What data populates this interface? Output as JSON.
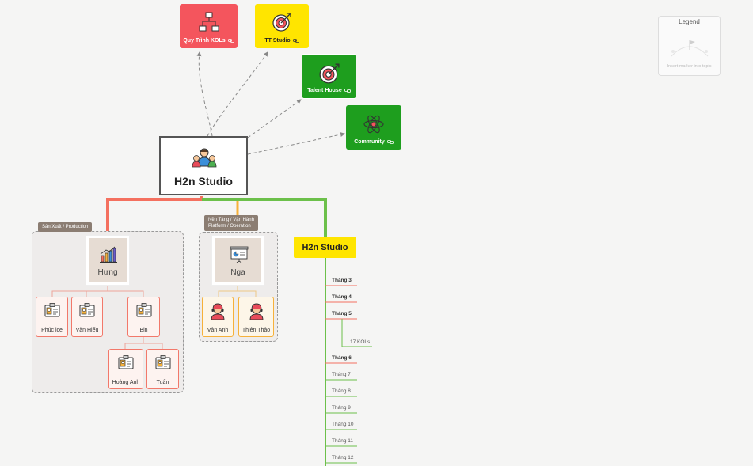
{
  "root": {
    "title": "H2n Studio",
    "icon": "team-icon"
  },
  "floating_topics": [
    {
      "id": "quy-trinh",
      "label": "Quy Trình KOLs",
      "color": "#f4555d",
      "text_color": "#ffffff",
      "icon": "flowchart-icon"
    },
    {
      "id": "tt-studio",
      "label": "TT Studio",
      "color": "#ffe500",
      "text_color": "#222222",
      "icon": "target-icon"
    },
    {
      "id": "talent-house",
      "label": "Talent House",
      "color": "#1e9e1e",
      "text_color": "#ffffff",
      "icon": "target-icon"
    },
    {
      "id": "community",
      "label": "Community",
      "color": "#1e9e1e",
      "text_color": "#ffffff",
      "icon": "atom-icon"
    }
  ],
  "production": {
    "group_label_line1": "Sản Xuất / Production",
    "lead": {
      "label": "Hưng",
      "icon": "bar-chart-icon"
    },
    "members": [
      {
        "label": "Phúc ice",
        "icon": "id-card-icon"
      },
      {
        "label": "Văn Hiếu",
        "icon": "id-card-icon"
      },
      {
        "label": "Bin",
        "icon": "id-card-icon"
      }
    ],
    "sub_members": [
      {
        "label": "Hoàng Anh",
        "icon": "id-card-icon"
      },
      {
        "label": "Tuấn",
        "icon": "id-card-icon"
      }
    ],
    "branch_color": "#f4705f"
  },
  "operation": {
    "group_label_line1": "Nền Tảng / Vận Hành",
    "group_label_line2": "Platform / Operation",
    "lead": {
      "label": "Nga",
      "icon": "presentation-icon"
    },
    "members": [
      {
        "label": "Vân Anh",
        "icon": "headset-person-icon"
      },
      {
        "label": "Thiên Thảo",
        "icon": "headset-person-icon"
      }
    ],
    "branch_color": "#f6b13a"
  },
  "timeline": {
    "title": "H2n Studio",
    "branch_color": "#6cc04a",
    "months": [
      {
        "label": "Tháng 3",
        "highlight": true
      },
      {
        "label": "Tháng 4",
        "highlight": true
      },
      {
        "label": "Tháng 5",
        "highlight": true,
        "child": "17 KOLs"
      },
      {
        "label": "Tháng 6",
        "highlight": true
      },
      {
        "label": "Tháng 7",
        "highlight": false
      },
      {
        "label": "Tháng 8",
        "highlight": false
      },
      {
        "label": "Tháng 9",
        "highlight": false
      },
      {
        "label": "Tháng 10",
        "highlight": false
      },
      {
        "label": "Tháng 11",
        "highlight": false
      },
      {
        "label": "Tháng 12",
        "highlight": false
      }
    ]
  },
  "legend": {
    "title": "Legend",
    "hint": "Insert marker into topic"
  }
}
